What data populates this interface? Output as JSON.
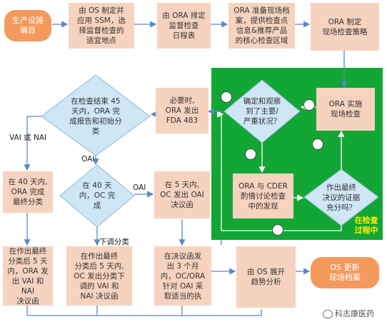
{
  "boxes": {
    "start": "生产设施\n编目",
    "os_ssm": "由 OS 制定并\n应用 SSM，选\n择监督检查的\n适宜地点",
    "ora_schedule": "由 ORA 排定\n监督检查\n日程表",
    "ora_prepare": "ORA 准备现场档\n案，提供检查点\n信息&推荐产品\n的核心检查区域",
    "ora_strategy": "ORA 制定\n现场检查策略",
    "ora_inspect": "ORA 实施\n现场检查",
    "fda483": "必要时,\nORA 发出\nFDA 483",
    "ora_cder": "ORA 与 CDER\n酌情讨论检查\n中的发现",
    "ora_40": "在 40 天内,\nORA 完成\n最终分类",
    "oc_5_oai": "在 5 天内,\nOC 发出 OAI\n决议函",
    "ora_vai": "在作出最终\n分类后 5 天\n内，ORA 发\n出 VAI 和 NAI\n决议函",
    "oc_downgrade": "在作出最终\n分类后 5 天内,\nOC 发出分类下\n调的 VAI 和\nNAI 决议函",
    "oai_3month": "在决议函发\n出 3 个月\n内，OC/ORA\n针对 OAI 采\n取适当的执",
    "os_trend": "由 OS 展开\n趋势分析",
    "os_update": "OS 更新\n现场档案"
  },
  "diamonds": {
    "d45": "在检查结束 45\n天内，ORA 完\n成报告和初始分\n类",
    "d40oc": "在 40 天\n内，OC 完\n成",
    "major": "确定和观察\n到了主要/\n严重状况？",
    "evidence": "作出最终\n决议的证据\n充分吗？"
  },
  "labels": {
    "vai_nai": "VAI 或 NAI",
    "oai1": "OAI",
    "oai2": "OAI",
    "downgrade": "下调分类",
    "in_progress": "在检查\n过程中",
    "watermark": "科志康医药"
  },
  "colors": {
    "box": "#f6d3bf",
    "diamond": "#cfe6f5",
    "diamond_stroke": "#8fb8d8",
    "green": "#12a635",
    "arrow": "#5a88c6",
    "orange": "#f39a5c"
  }
}
